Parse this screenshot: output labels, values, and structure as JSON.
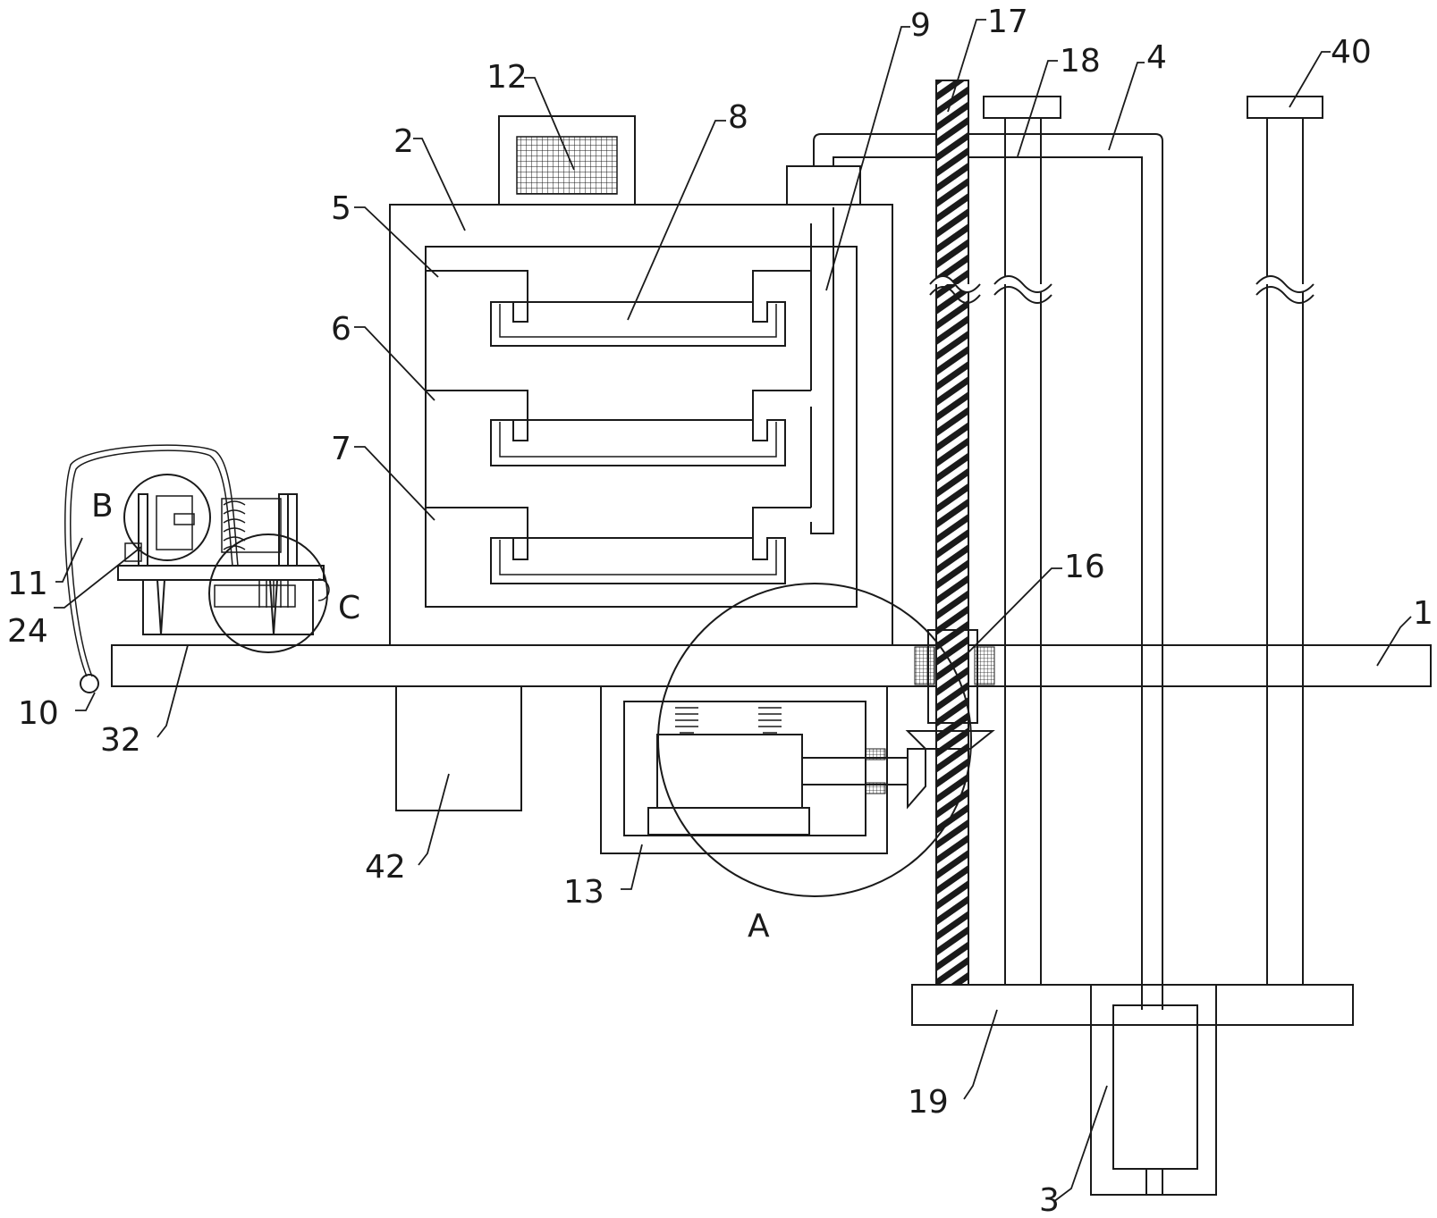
{
  "labels": {
    "n1": "1",
    "n2": "2",
    "n3": "3",
    "n4": "4",
    "n5": "5",
    "n6": "6",
    "n7": "7",
    "n8": "8",
    "n9": "9",
    "n10": "10",
    "n11": "11",
    "n12": "12",
    "n13": "13",
    "n16": "16",
    "n17": "17",
    "n18": "18",
    "n19": "19",
    "n24": "24",
    "n32": "32",
    "n40": "40",
    "n42": "42",
    "detailA": "A",
    "detailB": "B",
    "detailC": "C"
  }
}
